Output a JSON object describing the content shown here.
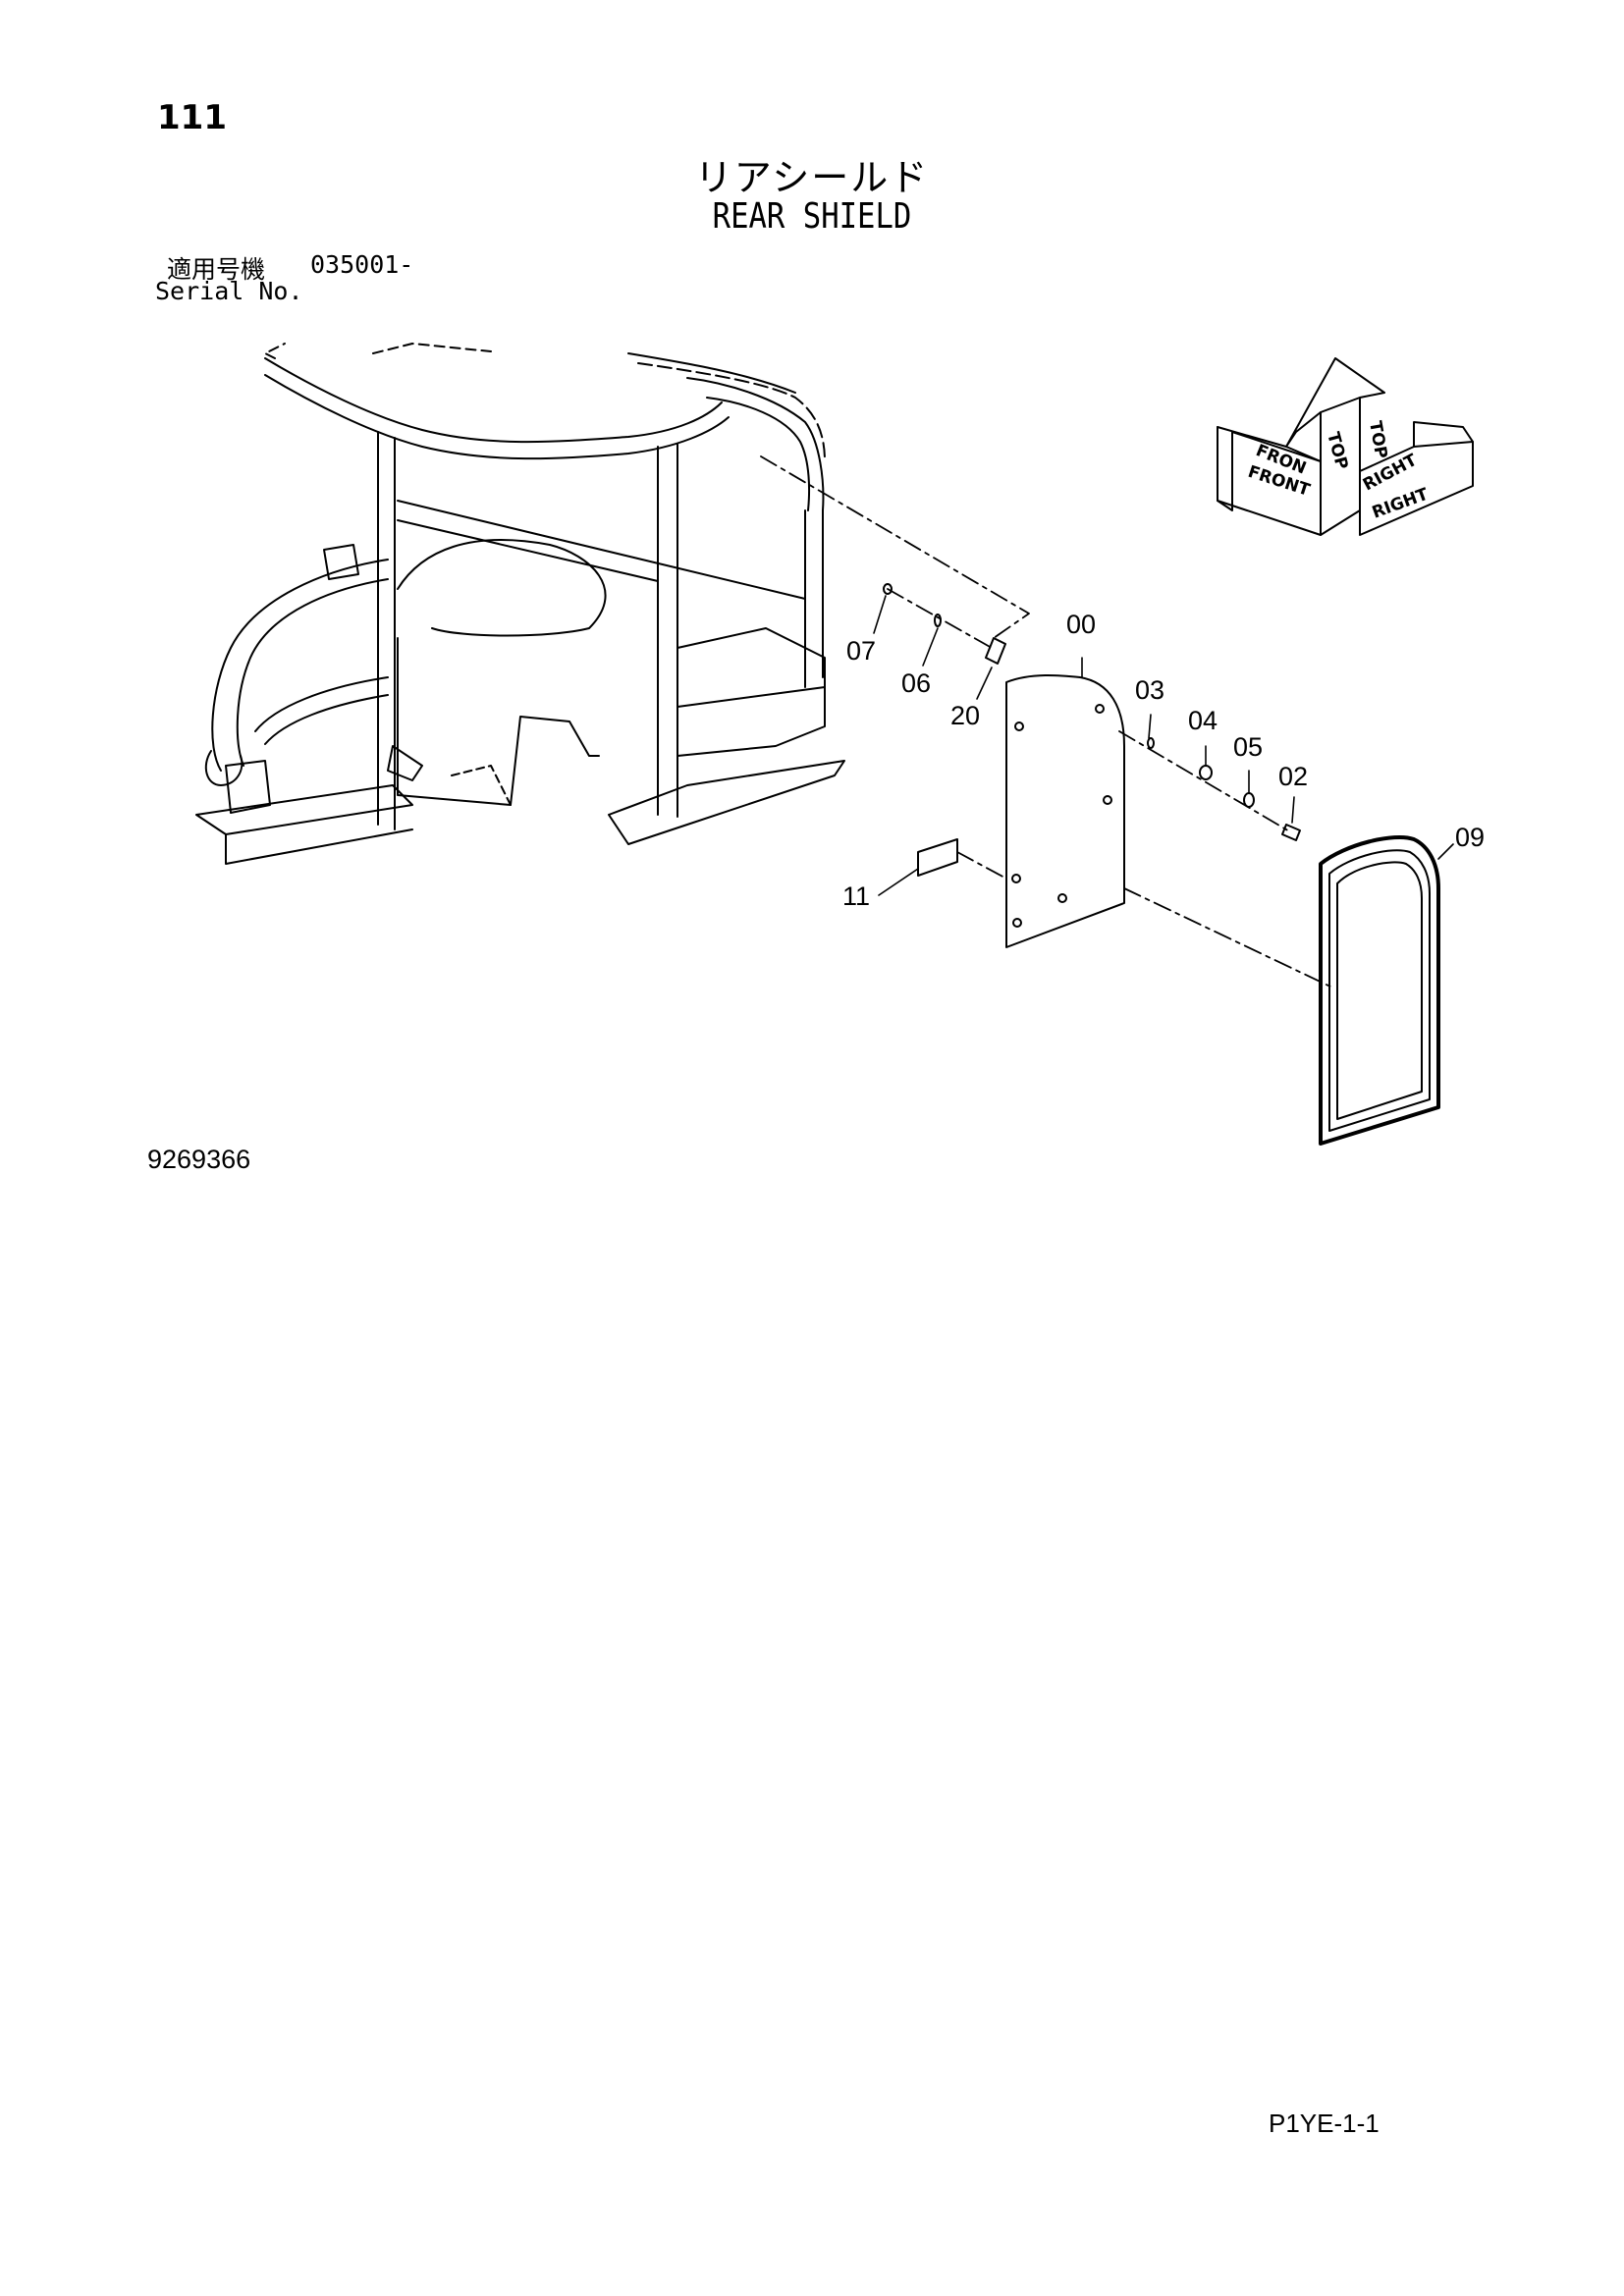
{
  "header": {
    "page_number": "111",
    "title_jp": "リアシールド",
    "title_en": "REAR SHIELD",
    "serial_label_jp": "適用号機",
    "serial_value": "035001-",
    "serial_label_en": "Serial No."
  },
  "diagram": {
    "callouts": [
      "07",
      "06",
      "20",
      "00",
      "03",
      "04",
      "05",
      "02",
      "09",
      "11"
    ],
    "orientation": {
      "front": "FRONT",
      "front_partial": "FRON",
      "top": "TOP",
      "right": "RIGHT"
    }
  },
  "footer": {
    "drawing_number": "9269366",
    "page_code": "P1YE-1-1"
  }
}
